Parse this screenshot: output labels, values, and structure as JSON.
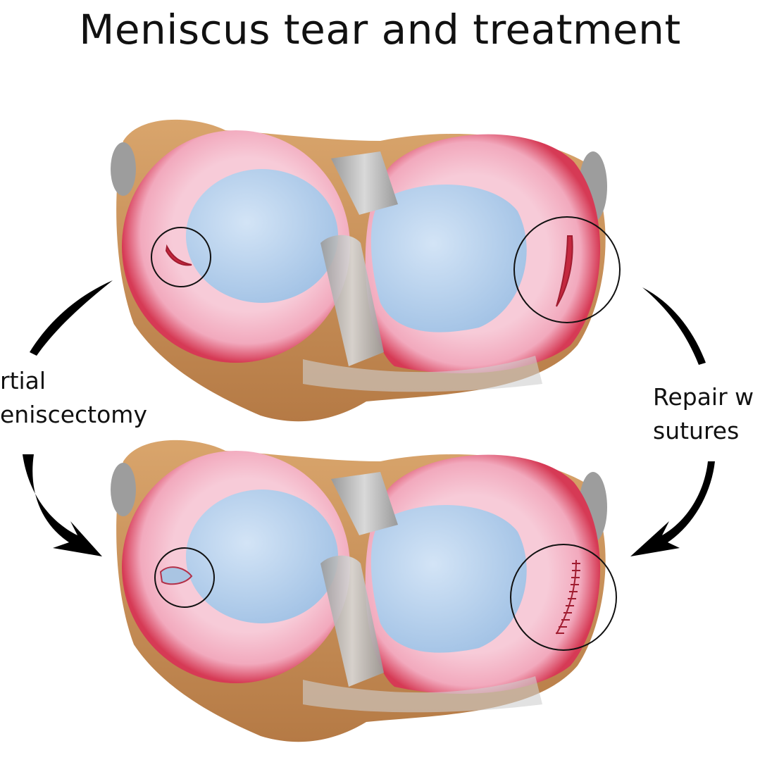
{
  "title": "Meniscus tear and treatment",
  "labels": {
    "left": [
      "rtial",
      "eniscectomy"
    ],
    "right": [
      "Repair w",
      "sutures"
    ]
  },
  "colors": {
    "bone": "#c8935c",
    "meniscus": "#f6c6d4",
    "meniscus_edge": "#d63a55",
    "cartilage": "#b7d2ee",
    "ligament": "#b9b9b9",
    "arrow": "#000000"
  }
}
